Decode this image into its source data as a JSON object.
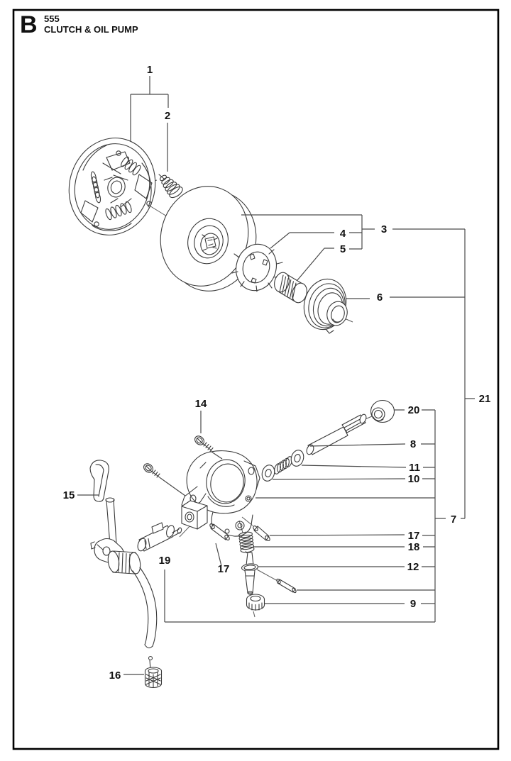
{
  "header": {
    "section_letter": "B",
    "model": "555",
    "title": "CLUTCH & OIL PUMP"
  },
  "callouts": {
    "c1": "1",
    "c2": "2",
    "c3": "3",
    "c4": "4",
    "c5": "5",
    "c6": "6",
    "c7": "7",
    "c8": "8",
    "c9": "9",
    "c10": "10",
    "c11": "11",
    "c12": "12",
    "c14": "14",
    "c15": "15",
    "c16": "16",
    "c17a": "17",
    "c17b": "17",
    "c18": "18",
    "c19": "19",
    "c20": "20",
    "c21": "21"
  },
  "colors": {
    "ink": "#111111",
    "leader_line": "#4a4a4a",
    "part_line": "#3a3a3a",
    "background": "#ffffff"
  }
}
